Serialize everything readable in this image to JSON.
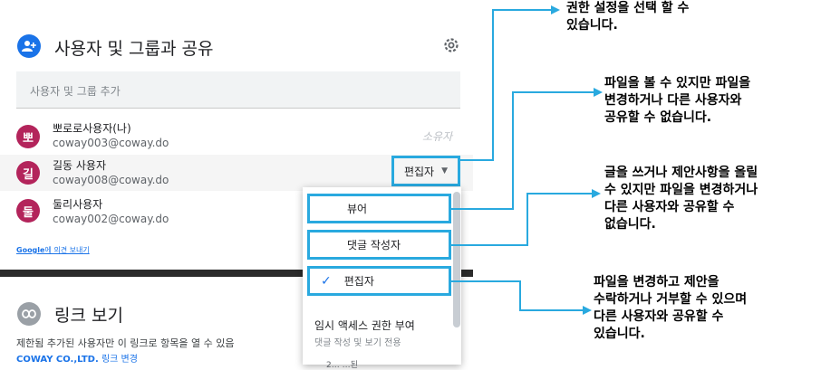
{
  "dialog": {
    "title": "사용자 및 그룹과 공유",
    "add_placeholder": "사용자 및 그룹 추가",
    "users": [
      {
        "avatar": "뽀",
        "name": "뽀로로사용자(나)",
        "email": "coway003@coway.do",
        "role": "소유자",
        "avatar_color": "#b3245b"
      },
      {
        "avatar": "길",
        "name": "길동 사용자",
        "email": "coway008@coway.do",
        "role": "편집자",
        "avatar_color": "#b3245b"
      },
      {
        "avatar": "둘",
        "name": "둘리사용자",
        "email": "coway002@coway.do",
        "avatar_color": "#b3245b"
      }
    ],
    "feedback_prefix": "Google",
    "feedback_suffix": "에 의견 보내기"
  },
  "menu": {
    "items": [
      "뷰어",
      "댓글 작성자",
      "편집자"
    ],
    "check_mark": "✓",
    "temp_access": "임시 액세스 권한 부여",
    "temp_access_sub": "댓글 작성 및 보기 전용",
    "partial_last": "2…  …된"
  },
  "link_section": {
    "title": "링크 보기",
    "description": "제한됨 추가된 사용자만 이 링크로 항목을 열 수 있음",
    "org": "COWAY CO.,LTD.",
    "change_link": "링크 변경"
  },
  "annotations": {
    "a1": [
      "권한 설정을 선택 할 수",
      "있습니다."
    ],
    "a2": [
      "파일을 볼 수 있지만 파일을",
      "변경하거나 다른 사용자와",
      "공유할 수 없습니다."
    ],
    "a3": [
      "글을 쓰거나 제안사항을 올릴",
      "수 있지만 파일을 변경하거나",
      "다른 사용자와 공유할 수",
      "없습니다."
    ],
    "a4": [
      "파일을 변경하고 제안을",
      "수락하거나 거부할 수 있으며",
      "다른 사용자와 공유할 수",
      "있습니다."
    ]
  },
  "colors": {
    "accent": "#29a9df",
    "google_blue": "#1a73e8",
    "avatar": "#b3245b"
  }
}
